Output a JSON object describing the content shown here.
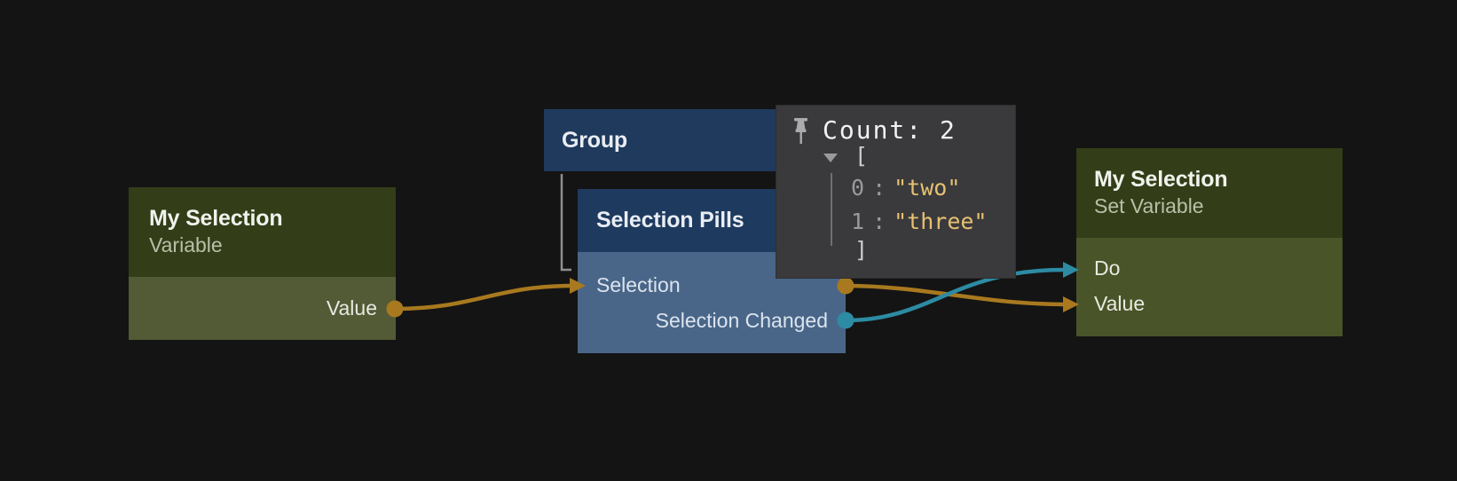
{
  "colors": {
    "canvas-bg": "#141414",
    "green-header": "#333d18",
    "green-body-left": "#525a36",
    "green-body-right": "#4a5429",
    "blue-header": "#1f3a5c",
    "blue-header2": "#1e3a5e",
    "blue-body": "#496689",
    "wire-orange": "#a8791f",
    "wire-teal": "#2d8ba3",
    "popup-bg": "#3a3a3c",
    "popup-border": "#2e2e2e",
    "popup-text": "#f2f2f2",
    "popup-muted": "#9a9a9a",
    "popup-bracket": "#cdcdcd",
    "popup-guide": "#6f6f6f",
    "popup-value": "#e6c172",
    "title-text": "#f0f2ec",
    "subtitle-text": "#b8c0a8",
    "port-label": "#e7eae0",
    "blue-title-text": "#e9edf4",
    "blue-port-label": "#dce4ee",
    "tree-line": "#8f8f8f",
    "pin-icon": "#ababab"
  },
  "nodes": {
    "variable": {
      "title": "My Selection",
      "subtitle": "Variable",
      "output": "Value"
    },
    "group": {
      "title": "Group"
    },
    "selection_pills": {
      "title": "Selection Pills",
      "input": "Selection",
      "output": "Selection Changed"
    },
    "set_variable": {
      "title": "My Selection",
      "subtitle": "Set Variable",
      "input_do": "Do",
      "input_value": "Value"
    }
  },
  "popup": {
    "title": "Count: 2",
    "bracket_open": "[",
    "bracket_close": "]",
    "items": [
      {
        "index": "0",
        "separator": ":",
        "value": "\"two\""
      },
      {
        "index": "1",
        "separator": ":",
        "value": "\"three\""
      }
    ]
  }
}
